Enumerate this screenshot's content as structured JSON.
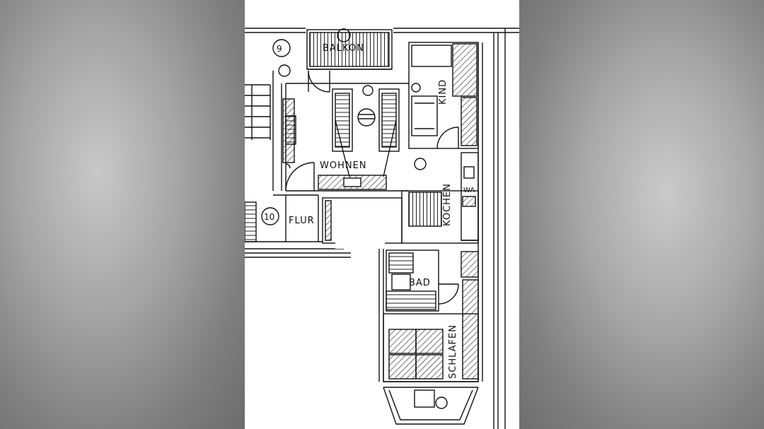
{
  "plan": {
    "rooms": {
      "balkon": "BALKON",
      "kind": "KIND",
      "wohnen": "WOHNEN",
      "flur": "FLUR",
      "kochen": "KOCHEN",
      "bad": "BAD",
      "schlafen": "SCHLAFEN"
    },
    "markers": {
      "unit_9": "9",
      "unit_10": "10",
      "wa": "WA"
    }
  }
}
